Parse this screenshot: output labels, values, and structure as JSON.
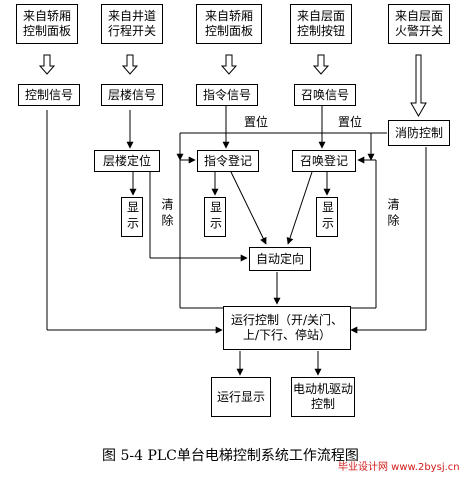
{
  "sources": [
    {
      "line1": "来自轿厢",
      "line2": "控制面板"
    },
    {
      "line1": "来自井道",
      "line2": "行程开关"
    },
    {
      "line1": "来自轿厢",
      "line2": "控制面板"
    },
    {
      "line1": "来自层面",
      "line2": "控制按钮"
    },
    {
      "line1": "来自层面",
      "line2": "火警开关"
    }
  ],
  "signals": {
    "control": "控制信号",
    "floor": "层楼信号",
    "command": "指令信号",
    "call": "召唤信号"
  },
  "fire_control": "消防控制",
  "positioning": "层楼定位",
  "command_register": "指令登记",
  "call_register": "召唤登记",
  "display": "显示",
  "auto_direction": "自动定向",
  "run_control": {
    "line1": "运行控制（开/关门、",
    "line2": "上/下行、停站）"
  },
  "run_display": "运行显示",
  "motor_drive": {
    "line1": "电动机驱动",
    "line2": "控制"
  },
  "labels": {
    "reset": "置位",
    "clear": "清除"
  },
  "caption": "图 5-4  PLC单台电梯控制系统工作流程图",
  "watermark": "毕业设计网 www.2bysj.cn"
}
